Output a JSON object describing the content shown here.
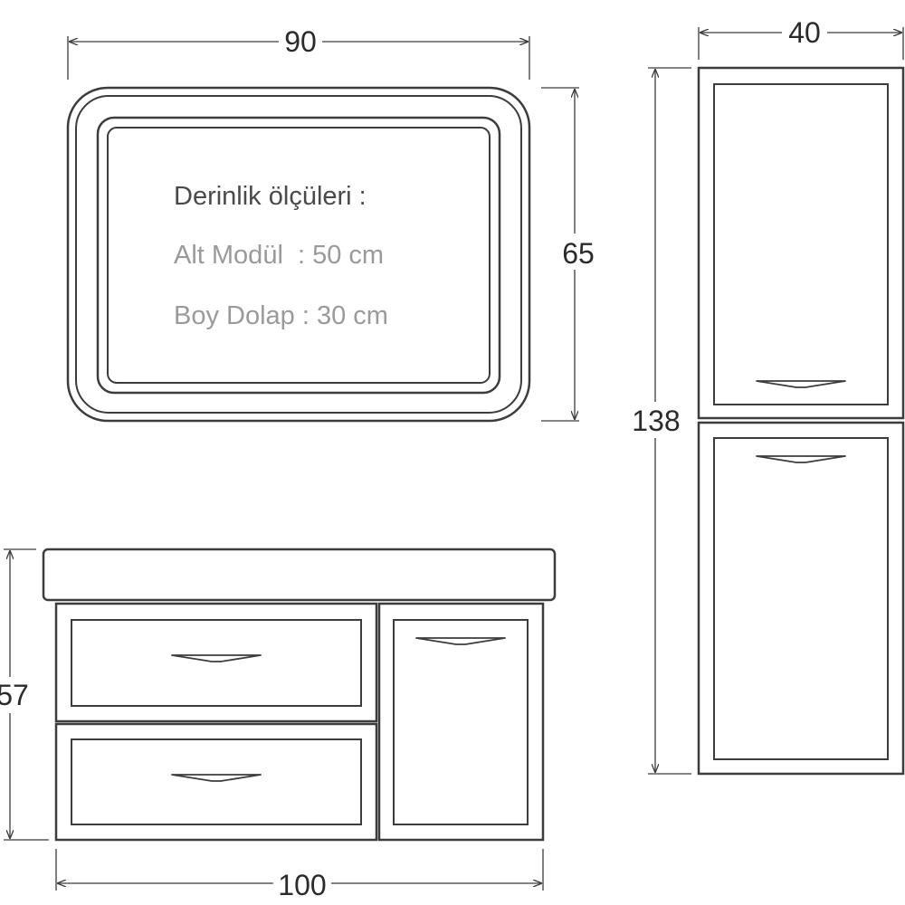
{
  "dimensions": {
    "mirror_width": "90",
    "mirror_height": "65",
    "tall_cabinet_width": "40",
    "tall_cabinet_height": "138",
    "base_unit_height": "57",
    "base_unit_width": "100"
  },
  "depth_note": {
    "title": "Derinlik ölçüleri :",
    "lower_module": "Alt Modül  : 50 cm",
    "tall_cabinet": "Boy Dolap : 30 cm"
  }
}
